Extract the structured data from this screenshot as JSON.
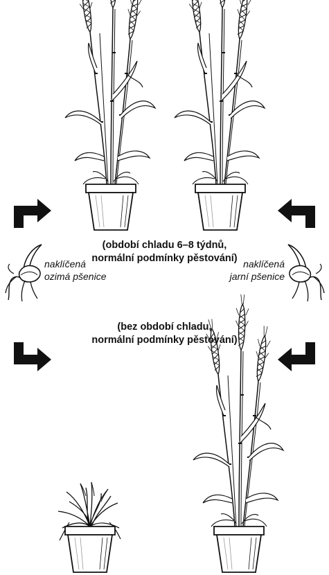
{
  "conditions": {
    "top_line1": "(období chladu 6–8 týdnů,",
    "top_line2": "normální podmínky pěstování)",
    "bottom_line1": "(bez období chladu,",
    "bottom_line2": "normální podmínky pěstování)"
  },
  "seedlings": {
    "winter_line1": "naklíčená",
    "winter_line2": "ozimá pšenice",
    "spring_line1": "naklíčená",
    "spring_line2": "jarní pšenice"
  },
  "colors": {
    "ink": "#111111",
    "background": "#ffffff",
    "pot_shade": "#e8e8e8"
  },
  "icons": [
    "wheat-plant-icon",
    "grass-tuft-icon",
    "seedling-icon",
    "arrow-icon"
  ],
  "plants": {
    "top_left": "flowering",
    "top_right": "flowering",
    "bottom_left": "vegetative",
    "bottom_right": "flowering"
  }
}
